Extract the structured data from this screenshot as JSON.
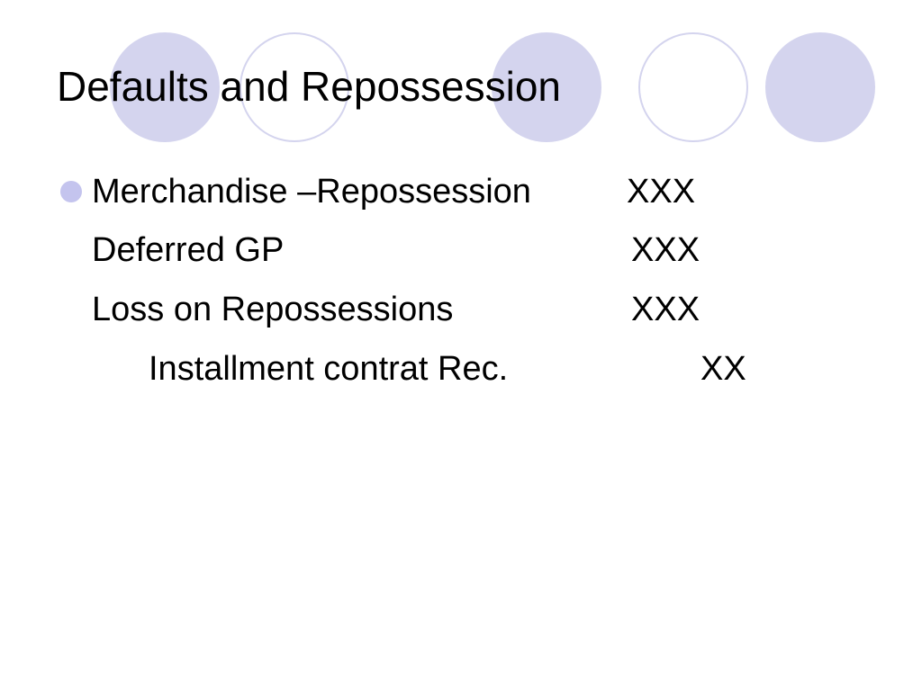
{
  "slide": {
    "title": "Defaults and Repossession",
    "entries": [
      {
        "account": "Merchandise –Repossession",
        "amount": "XXX"
      },
      {
        "account": "Deferred GP",
        "amount": "XXX"
      },
      {
        "account": "Loss on Repossessions",
        "amount": "XXX"
      },
      {
        "account": "Installment contrat Rec.",
        "amount": "XX"
      }
    ]
  },
  "theme": {
    "circle_color": "#d4d4ee",
    "bullet_color": "#c4c4ee",
    "text_color": "#000000"
  }
}
